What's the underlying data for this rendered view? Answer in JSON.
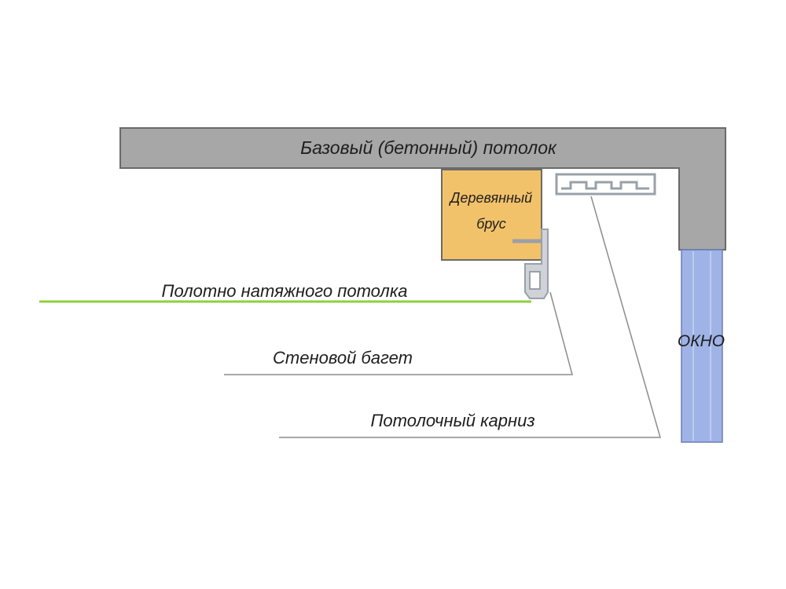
{
  "labels": {
    "ceiling": "Базовый (бетонный) потолок",
    "beam_line1": "Деревянный",
    "beam_line2": "брус",
    "canvas": "Полотно натяжного потолка",
    "baguette": "Стеновой багет",
    "cornice": "Потолочный карниз",
    "window": "ОКНО"
  },
  "colors": {
    "concrete": "#a7a7a7",
    "beam": "#f2c26a",
    "window_glass": "#9fb3e6",
    "canvas_line": "#8fcf3f",
    "profile": "#9aa0a8",
    "leader_line": "#8c8c8c"
  }
}
